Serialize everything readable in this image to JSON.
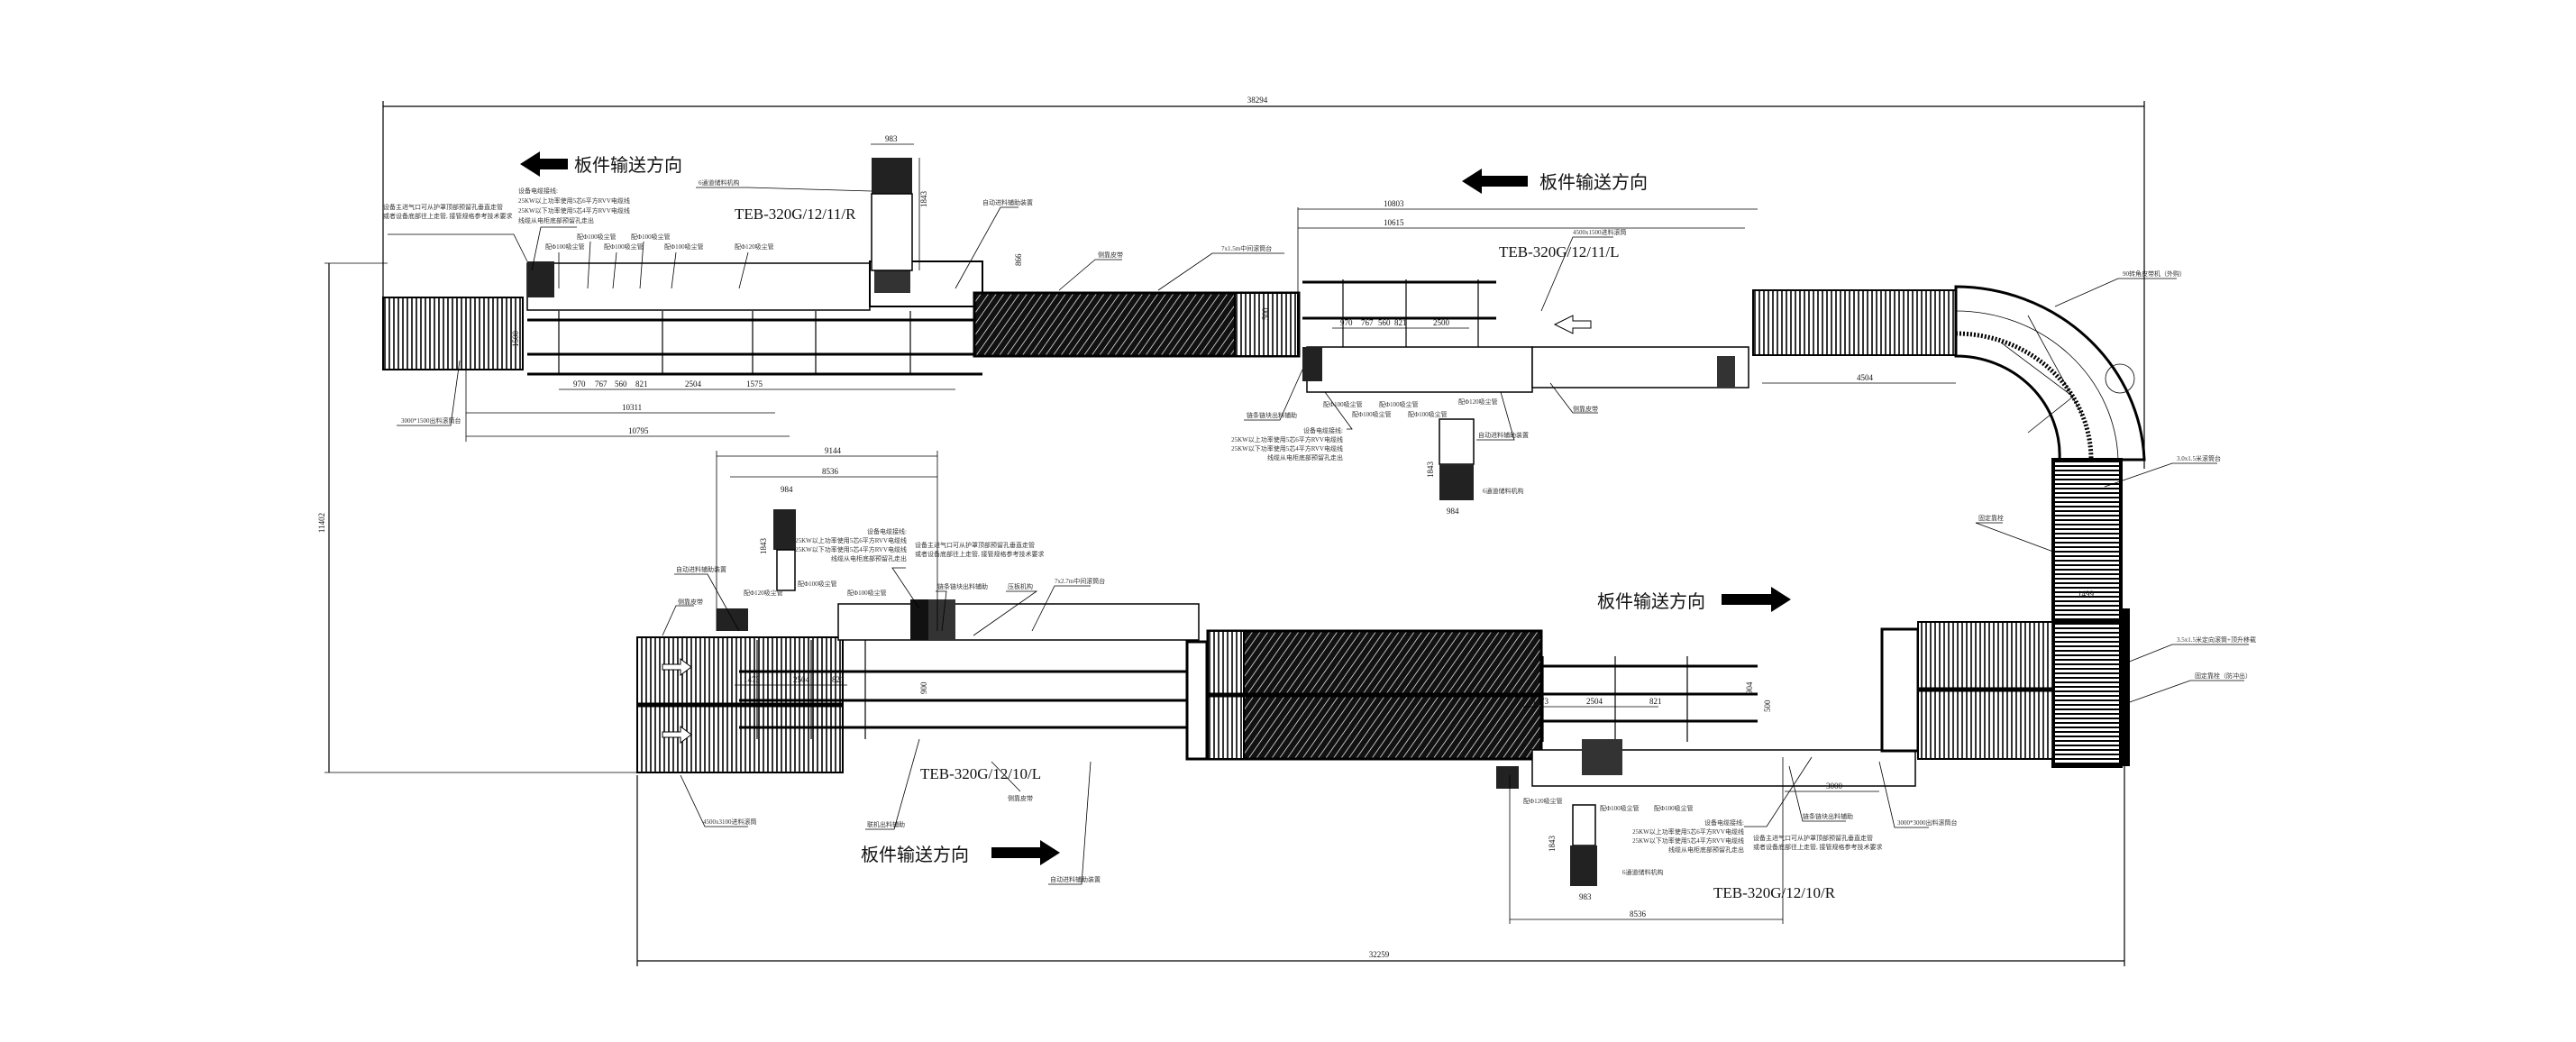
{
  "drawing": {
    "direction_label": "板件输送方向",
    "overall_dims": {
      "top": "38294",
      "bottom": "32259",
      "left": "11402"
    },
    "pipe100": "配Φ100吸尘管",
    "pipe120": "配Φ120吸尘管",
    "cable_note": [
      "设备电缆接线:",
      "25KW以上功率使用5芯6平方RVV电缆线",
      "25KW以下功率使用5芯4平方RVV电缆线",
      "线缆从电柜底部预留孔走出"
    ],
    "air_note": [
      "设备主进气口可从护罩顶部预留孔垂直走管",
      "或者设备底部往上走管, 接管规格参考技术要求"
    ],
    "labels": {
      "storage": "6通道储料机构",
      "auto_feed": "自动进料辅助装置",
      "side_belt": "侧靠皮带",
      "chain_out": "链条链块出料辅助",
      "press": "压板机构",
      "link_out": "联机出料辅助",
      "mid_table_15": "7x1.5m中间滚筒台",
      "mid_table_27": "7x2.7m中间滚筒台",
      "out_3000x1500": "3000*1500出料滚筒台",
      "in_4500x1500": "4500x1500进料滚筒",
      "in_4500x3100": "4500x3100进料滚筒",
      "out_3000x3000": "3000*3000出料滚筒台",
      "corner": "90转角皮带机（外购）",
      "table_3x15": "3.0x1.5米滚筒台",
      "table_35x15": "3.5x1.5米定向滚筒+顶升移载",
      "stop_fixed": "固定靠栓（防冲出）",
      "stop": "固定靠栓"
    },
    "lines": {
      "r11": {
        "model": "TEB-320G/12/11/R",
        "dims": [
          "970",
          "767",
          "560",
          "821",
          "2504",
          "1575",
          "10311",
          "10795",
          "1500",
          "983",
          "1843",
          "866"
        ]
      },
      "l11": {
        "model": "TEB-320G/12/11/L",
        "dims": [
          "10803",
          "10615",
          "970",
          "767",
          "560",
          "821",
          "2500",
          "500",
          "4504",
          "1843",
          "984",
          "500"
        ]
      },
      "l10": {
        "model": "TEB-320G/12/10/L",
        "dims": [
          "9144",
          "8536",
          "984",
          "1843",
          "1473",
          "2504",
          "821",
          "900"
        ]
      },
      "r10": {
        "model": "TEB-320G/12/10/R",
        "dims": [
          "1473",
          "2504",
          "821",
          "904",
          "500",
          "3000",
          "1843",
          "983",
          "8536",
          "1499"
        ]
      }
    }
  }
}
